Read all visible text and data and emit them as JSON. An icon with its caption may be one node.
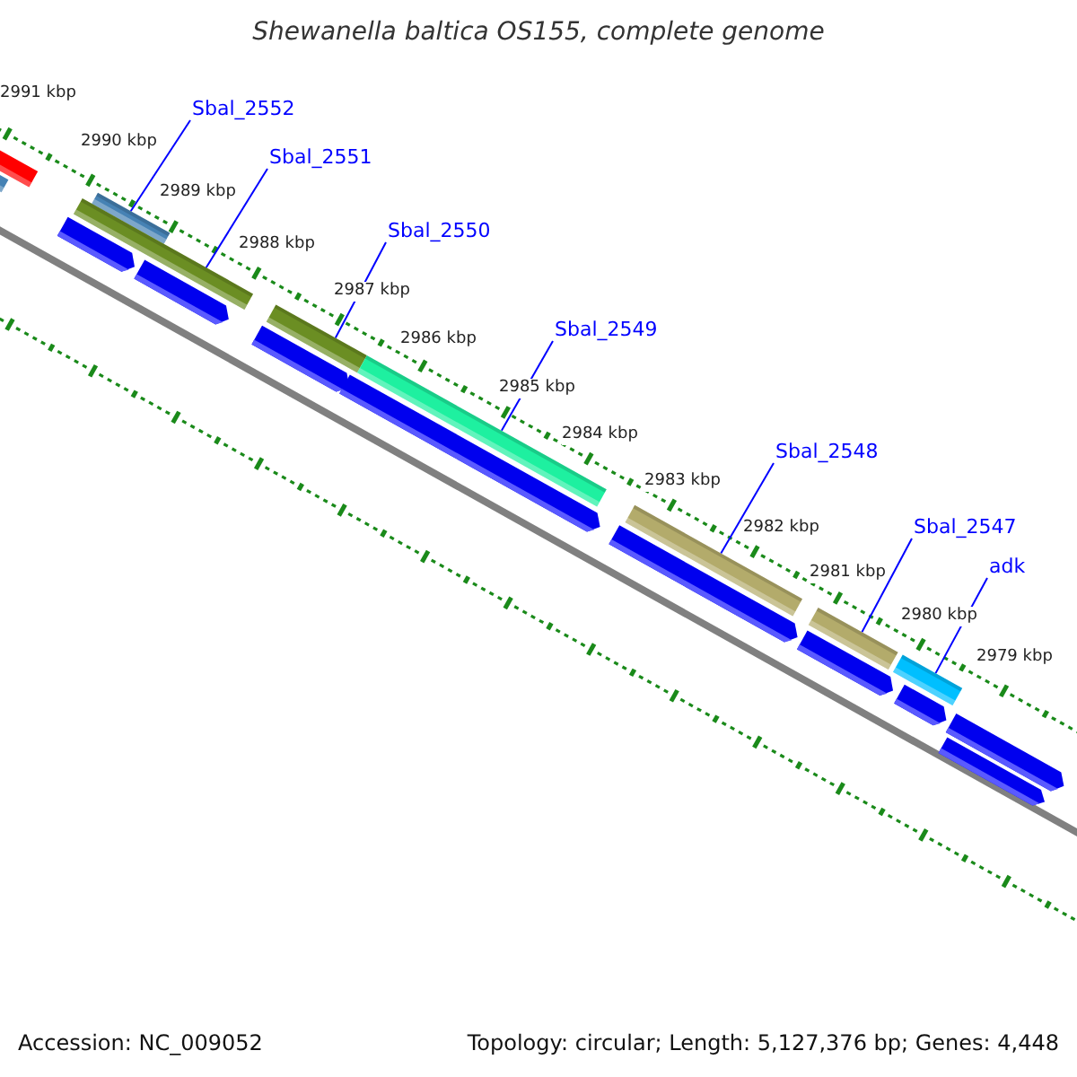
{
  "diagram": {
    "title": "Shewanella baltica OS155, complete genome",
    "nodes": [
      {
        "text": [
          "Sbal_2552"
        ]
      },
      {
        "text": [
          "Sbal_2551"
        ]
      },
      {
        "text": [
          "Sbal_2550"
        ]
      },
      {
        "text": [
          "Sbal_2549"
        ]
      },
      {
        "text": [
          "Sbal_2548"
        ]
      },
      {
        "text": [
          "Sbal_2547"
        ]
      },
      {
        "text": [
          "adk"
        ]
      },
      {
        "text": [],
        "shape": "bar"
      },
      {
        "text": [],
        "shape": "bar"
      },
      {
        "text": [],
        "shape": "bar"
      },
      {
        "text": [],
        "shape": "bar"
      },
      {
        "text": [],
        "shape": "bar"
      },
      {
        "text": [],
        "shape": "bar"
      },
      {
        "text": [],
        "shape": "bar"
      }
    ],
    "edges": [
      {
        "from": 0,
        "to": 7,
        "arrow": "none"
      },
      {
        "from": 1,
        "to": 8,
        "arrow": "none"
      },
      {
        "from": 2,
        "to": 9,
        "arrow": "none"
      },
      {
        "from": 3,
        "to": 10,
        "arrow": "none"
      },
      {
        "from": 4,
        "to": 11,
        "arrow": "none"
      },
      {
        "from": 5,
        "to": 12,
        "arrow": "none"
      },
      {
        "from": 6,
        "to": 13,
        "arrow": "none"
      }
    ],
    "labels": [
      "2991 kbp",
      "2990 kbp",
      "2989 kbp",
      "2988 kbp",
      "2987 kbp",
      "2986 kbp",
      "2985 kbp",
      "2984 kbp",
      "2983 kbp",
      "2982 kbp",
      "2981 kbp",
      "2980 kbp",
      "2979 kbp",
      "Accession: NC_009052",
      "Topology: circular; Length: 5,127,376 bp; Genes: 4,448"
    ]
  }
}
